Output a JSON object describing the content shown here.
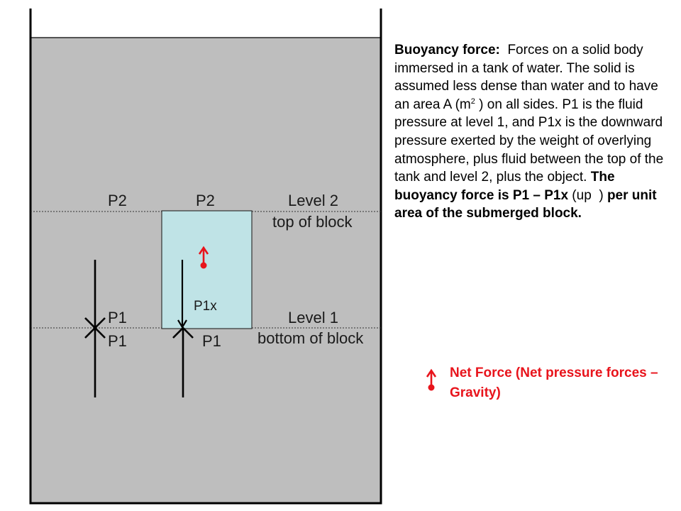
{
  "diagram": {
    "top_labels": {
      "p2_left": "P2",
      "p2_block": "P2"
    },
    "level2": {
      "title": "Level 2",
      "subtitle": "top of block"
    },
    "level1": {
      "title": "Level 1",
      "subtitle": "bottom of block"
    },
    "left_labels": {
      "p1_upper": "P1",
      "p1_lower": "P1"
    },
    "block_labels": {
      "p1x": "P1x",
      "p1": "P1"
    }
  },
  "description": {
    "title": "Buoyancy force:",
    "text_1": "Forces on a solid body immersed in a tank of water. The solid is assumed less dense than water and to have an area A (m",
    "superscript": "2",
    "text_2": ") on all sides.  P1 is the fluid pressure at level 1, and P1x is the downward pressure exerted by the weight of overlying atmosphere, plus fluid between the top of the tank and level 2, plus the object.",
    "bold_1": "The buoyancy force is P1 – P1x",
    "paren": "(up  )",
    "bold_2": "per unit area of the submerged block."
  },
  "legend": {
    "text": "Net Force (Net pressure forces – Gravity)"
  },
  "colors": {
    "water": "#bebebe",
    "block": "#bfe3e6",
    "tank_wall": "#000000",
    "net_force": "#e8141c",
    "legend_text": "#e8141c"
  }
}
